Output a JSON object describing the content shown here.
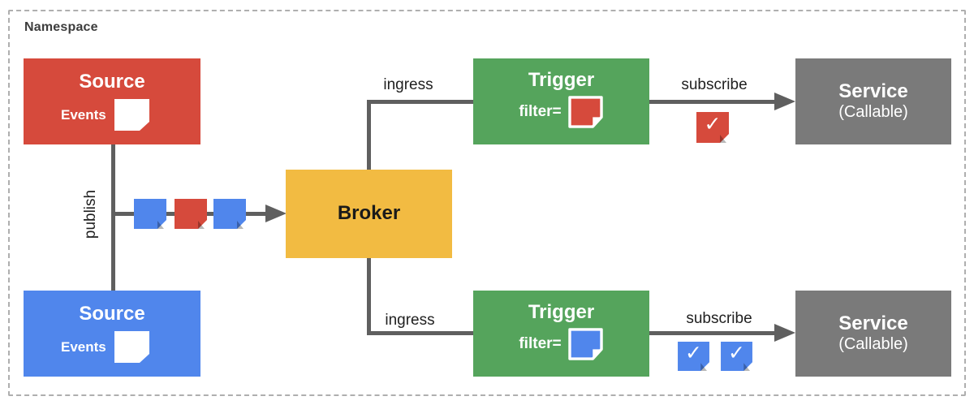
{
  "namespace": {
    "label": "Namespace"
  },
  "colors": {
    "red": "#D64A3C",
    "blue": "#5086EC",
    "green": "#55A45C",
    "yellow": "#F2BB42",
    "gray": "#7A7A7A",
    "line": "#5F5F5F",
    "border": "#AFAFAF",
    "label_text": "#1F1F1F",
    "namespace_text": "#3D3D3D"
  },
  "nodes": {
    "source_top": {
      "title": "Source",
      "events_label": "Events"
    },
    "source_bottom": {
      "title": "Source",
      "events_label": "Events"
    },
    "broker": {
      "title": "Broker"
    },
    "trigger_top": {
      "title": "Trigger",
      "filter_label": "filter="
    },
    "trigger_bottom": {
      "title": "Trigger",
      "filter_label": "filter="
    },
    "service_top": {
      "title": "Service",
      "subtitle": "(Callable)"
    },
    "service_bottom": {
      "title": "Service",
      "subtitle": "(Callable)"
    }
  },
  "edges": {
    "publish": {
      "label": "publish"
    },
    "ingress_top": {
      "label": "ingress"
    },
    "ingress_bottom": {
      "label": "ingress"
    },
    "subscribe_top": {
      "label": "subscribe"
    },
    "subscribe_bottom": {
      "label": "subscribe"
    }
  },
  "icons": {
    "checkmark": "✓"
  }
}
